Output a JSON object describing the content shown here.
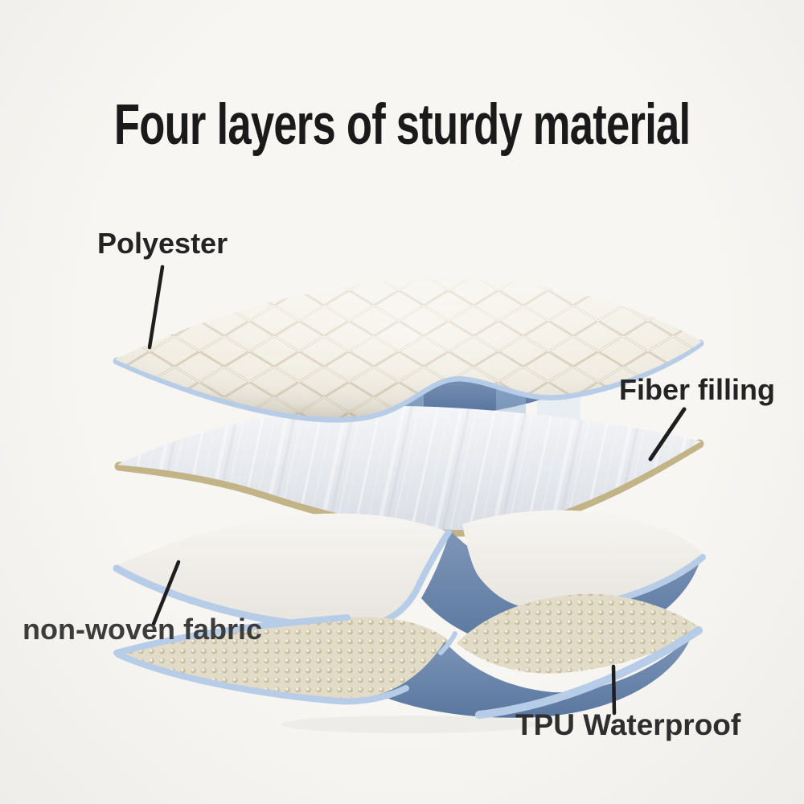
{
  "diagram": {
    "title": "Four layers of sturdy material",
    "callouts": [
      {
        "id": "polyester",
        "label": "Polyester"
      },
      {
        "id": "fiber-filling",
        "label": "Fiber filling"
      },
      {
        "id": "non-woven-fabric",
        "label": "non-woven fabric"
      },
      {
        "id": "tpu-waterproof",
        "label": "TPU Waterproof"
      }
    ],
    "layer_order_top_to_bottom": [
      "Polyester",
      "Fiber filling",
      "non-woven fabric",
      "TPU Waterproof"
    ],
    "colors": {
      "background": "#f5f3f0",
      "title_text": "#1a1a1a",
      "label_text": "#2b2b2b",
      "leader_line": "#1e1e1e",
      "quilt_fabric": "#f2eee3",
      "quilt_stitch": "#d9d0bd",
      "edge_blue": "#b7cce7",
      "underside_blue": "#5e7ba6",
      "fiber_edge_tan": "#c3b488",
      "silver_sheet": "#e9ecf1",
      "nonwoven_sheet": "#f3f1ec",
      "tpu_texture": "#e2dbc7",
      "tpu_dot": "#c8bfa2"
    }
  }
}
